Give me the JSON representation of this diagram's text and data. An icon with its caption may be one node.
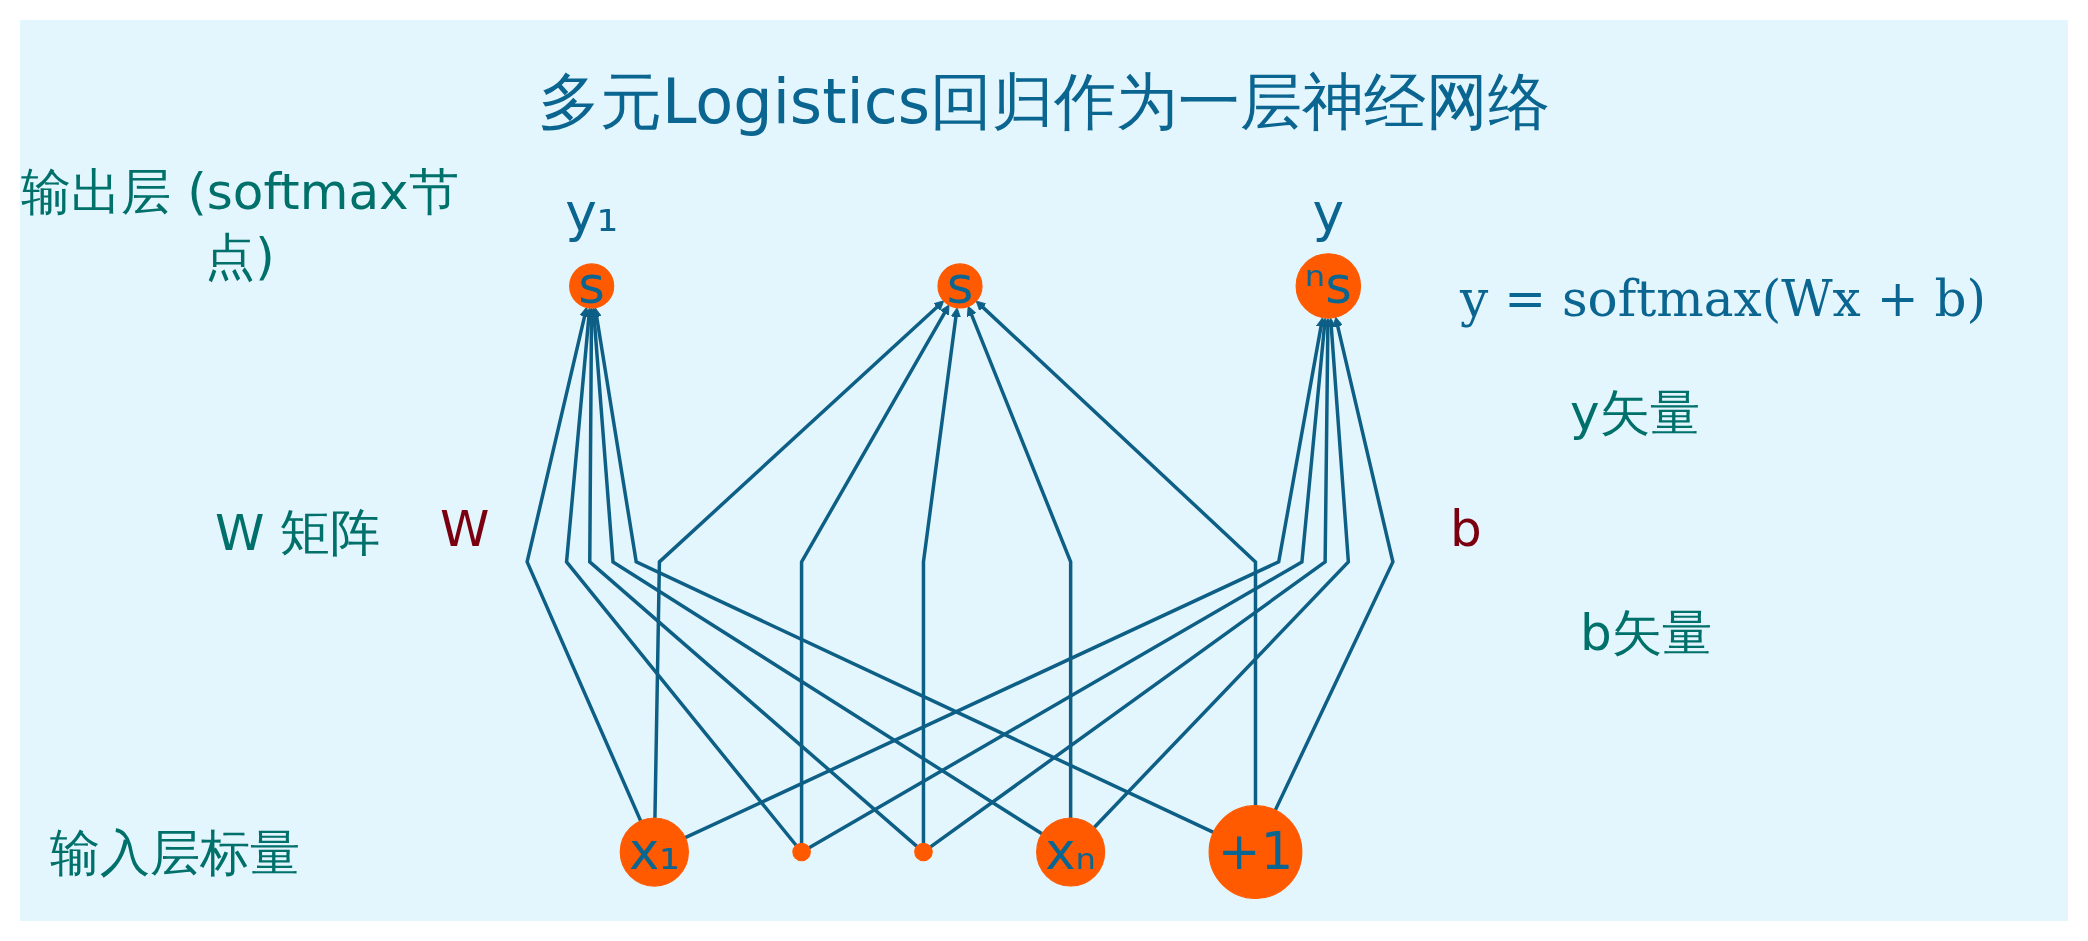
{
  "diagram": {
    "title": "多元Logistics回归作为一层神经网络",
    "nodes": [
      {
        "text": [
          "s"
        ],
        "beside": [
          "y₁"
        ]
      },
      {
        "text": [
          "s"
        ]
      },
      {
        "text": [
          "ⁿs"
        ],
        "beside": [
          "y"
        ]
      },
      {
        "text": [
          "x₁"
        ]
      },
      {
        "text": [],
        "shape": "circle"
      },
      {
        "text": [],
        "shape": "circle"
      },
      {
        "text": [
          "xₙ"
        ]
      },
      {
        "text": [
          "+1"
        ]
      }
    ],
    "edges": [
      {
        "from": 3,
        "to": 0,
        "arrow": "to"
      },
      {
        "from": 3,
        "to": 1,
        "arrow": "to"
      },
      {
        "from": 3,
        "to": 2,
        "arrow": "to"
      },
      {
        "from": 4,
        "to": 0,
        "arrow": "to"
      },
      {
        "from": 4,
        "to": 1,
        "arrow": "to"
      },
      {
        "from": 4,
        "to": 2,
        "arrow": "to"
      },
      {
        "from": 5,
        "to": 0,
        "arrow": "to"
      },
      {
        "from": 5,
        "to": 1,
        "arrow": "to"
      },
      {
        "from": 5,
        "to": 2,
        "arrow": "to"
      },
      {
        "from": 6,
        "to": 0,
        "arrow": "to"
      },
      {
        "from": 6,
        "to": 1,
        "arrow": "to"
      },
      {
        "from": 6,
        "to": 2,
        "arrow": "to"
      },
      {
        "from": 7,
        "to": 0,
        "arrow": "to"
      },
      {
        "from": 7,
        "to": 1,
        "arrow": "to"
      },
      {
        "from": 7,
        "to": 2,
        "arrow": "to"
      }
    ],
    "labels": [
      "输出层 (softmax节点)",
      "y = softmax(Wx + b)",
      "y矢量",
      "W 矩阵",
      "W",
      "b",
      "b矢量",
      "输入层标量"
    ]
  }
}
